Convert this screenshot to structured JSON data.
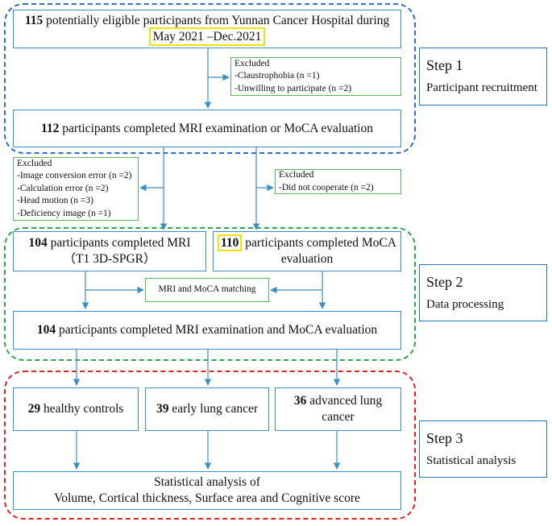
{
  "step1": {
    "title": "Step 1",
    "label": "Participant recruitment",
    "eligible": {
      "count": "115",
      "text": "potentially eligible participants from Yunnan Cancer Hospital during",
      "period": "May 2021 –Dec.2021"
    },
    "excluded": {
      "heading": "Excluded",
      "items": [
        "-Claustrophobia (n =1)",
        "-Unwilling to participate (n =2)"
      ]
    },
    "completed": {
      "count": "112",
      "text": "participants completed MRI examination or MoCA evaluation"
    }
  },
  "excluded_mri": {
    "heading": "Excluded",
    "items": [
      "-Image conversion error (n =2)",
      "-Calculation error (n =2)",
      "-Head motion (n =3)",
      "-Deficiency image (n =1)"
    ]
  },
  "excluded_moca": {
    "heading": "Excluded",
    "items": [
      "-Did not cooperate (n =2)"
    ]
  },
  "step2": {
    "title": "Step 2",
    "label": "Data processing",
    "mri": {
      "count": "104",
      "text": "participants completed MRI",
      "sub": "（T1 3D-SPGR）"
    },
    "moca": {
      "count": "110",
      "text": "participants completed MoCA",
      "sub": "evaluation"
    },
    "matching": "MRI and MoCA matching",
    "combined": {
      "count": "104",
      "text": "participants completed MRI examination and MoCA evaluation"
    }
  },
  "step3": {
    "title": "Step 3",
    "label": "Statistical analysis",
    "groups": [
      {
        "count": "29",
        "text": "healthy controls"
      },
      {
        "count": "39",
        "text": "early lung cancer"
      },
      {
        "count": "36",
        "text": "advanced lung",
        "sub": "cancer"
      }
    ],
    "analysis": {
      "line1": "Statistical analysis of",
      "line2": "Volume, Cortical thickness, Surface area and Cognitive score"
    }
  },
  "colors": {
    "main_border": "#3a8fc7",
    "excluded_border": "#5cb85c",
    "step1_dash": "#2f6fc4",
    "step2_dash": "#2eaa4a",
    "step3_dash": "#e02424",
    "highlight": "#f2e200",
    "arrow": "#3a8fc7"
  }
}
